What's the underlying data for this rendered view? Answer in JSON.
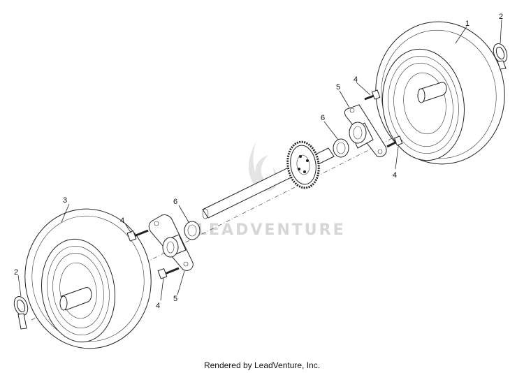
{
  "watermark": {
    "text": "LEADVENTURE"
  },
  "footer": {
    "text": "Rendered by LeadVenture, Inc."
  },
  "callouts": {
    "tire_right": "1",
    "pin_right": "2",
    "tire_left": "3",
    "pin_left": "2",
    "bolt_right_top": "4",
    "bolt_right_bottom": "4",
    "bolt_left_top": "4",
    "bolt_left_bottom": "4",
    "bracket_right": "5",
    "bracket_left": "5",
    "washer_right": "6",
    "washer_left": "6"
  }
}
